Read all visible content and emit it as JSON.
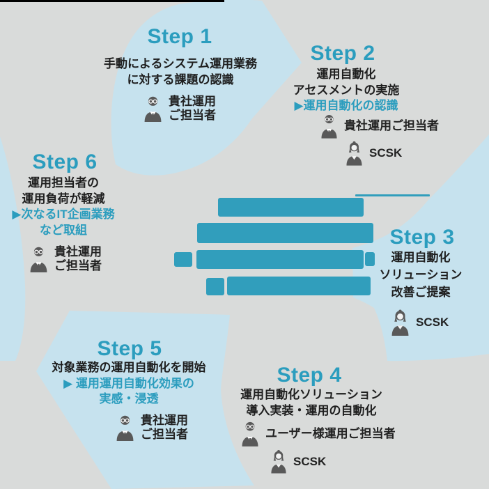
{
  "diagram": {
    "center": {
      "redacted_text_lines": 4
    },
    "steps": [
      {
        "title": "Step 1",
        "lines": [
          "手動によるシステム運用業務",
          "に対する課題の認識"
        ],
        "highlight_lines": [],
        "persons": [
          {
            "icon": "businessman",
            "label_lines": [
              "貴社運用",
              "ご担当者"
            ]
          }
        ]
      },
      {
        "title": "Step 2",
        "lines": [
          "運用自動化",
          "アセスメントの実施"
        ],
        "highlight_lines": [
          "▶運用自動化の認識"
        ],
        "persons": [
          {
            "icon": "businessman",
            "label_lines": [
              "貴社運用ご担当者"
            ]
          },
          {
            "icon": "businesswoman",
            "label_lines": [
              "SCSK"
            ]
          }
        ]
      },
      {
        "title": "Step 3",
        "lines": [
          "運用自動化",
          "ソリューション",
          "改善ご提案"
        ],
        "highlight_lines": [],
        "persons": [
          {
            "icon": "businesswoman",
            "label_lines": [
              "SCSK"
            ]
          }
        ]
      },
      {
        "title": "Step 4",
        "lines": [
          "運用自動化ソリューション",
          "導入実装・運用の自動化"
        ],
        "highlight_lines": [],
        "persons": [
          {
            "icon": "businessman",
            "label_lines": [
              "ユーザー様運用ご担当者"
            ]
          },
          {
            "icon": "businesswoman",
            "label_lines": [
              "SCSK"
            ]
          }
        ]
      },
      {
        "title": "Step 5",
        "lines": [
          "対象業務の運用自動化を開始"
        ],
        "highlight_lines": [
          "▶ 運用運用自動化効果の",
          "実感・浸透"
        ],
        "persons": [
          {
            "icon": "businessman",
            "label_lines": [
              "貴社運用",
              "ご担当者"
            ]
          }
        ]
      },
      {
        "title": "Step 6",
        "lines": [
          "運用担当者の",
          "運用負荷が軽減"
        ],
        "highlight_lines": [
          "▶次なるIT企画業務",
          "など取組"
        ],
        "persons": [
          {
            "icon": "businessman",
            "label_lines": [
              "貴社運用",
              "ご担当者"
            ]
          }
        ]
      }
    ],
    "colors": {
      "background": "#d9dbda",
      "arrow_fill": "#c6e2ee",
      "accent": "#2b9dbe",
      "redaction_bar": "#319ebc",
      "text": "#1e1e1e",
      "person_icon": "#595959"
    }
  }
}
